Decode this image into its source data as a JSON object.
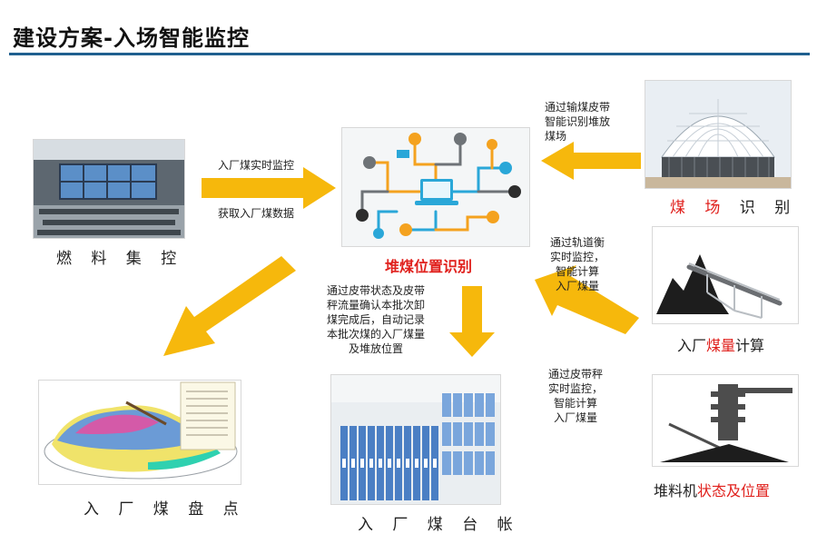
{
  "page": {
    "title": "建设方案-入场智能监控"
  },
  "nodes": {
    "fuel_control": "燃 料 集 控",
    "center": "堆煤位置识别",
    "coal_yard": {
      "part1": "煤 场",
      "part2": " 识 别"
    },
    "coal_amount": {
      "part1": "入厂",
      "part2": "煤量",
      "part3": "计算"
    },
    "stacker": {
      "part1": "堆料机",
      "part2": "状态及位置"
    },
    "inventory": "入 厂 煤 盘 点",
    "ledger": "入 厂 煤 台 帐"
  },
  "notes": {
    "realtime_monitor": "入厂煤实时监控",
    "get_data": "获取入厂煤数据",
    "conveyor_yard": [
      "通过输煤皮带",
      "智能识别堆放",
      "煤场"
    ],
    "track_scale": [
      "通过轨道衡",
      "实时监控，",
      "智能计算",
      "入厂煤量"
    ],
    "belt_scale": [
      "通过皮带秤",
      "实时监控，",
      "智能计算",
      "入厂煤量"
    ],
    "belt_status": [
      "通过皮带状态及皮带",
      "秤流量确认本批次卸",
      "煤完成后，自动记录",
      "本批次煤的入厂煤量",
      "及堆放位置"
    ]
  },
  "colors": {
    "arrow": "#f6b80c",
    "accent_red": "#e0201c",
    "rule": "#1f5f8f"
  }
}
